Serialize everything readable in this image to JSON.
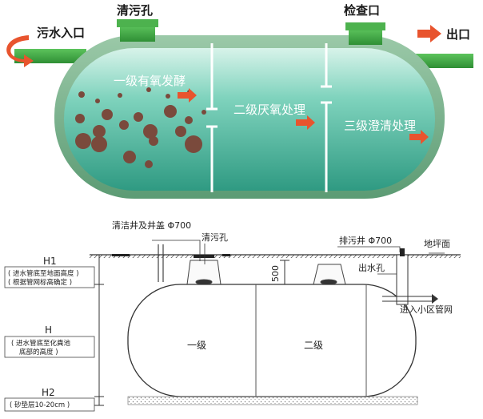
{
  "top": {
    "inlet": "污水入口",
    "cleanout": "清污孔",
    "inspection": "检查口",
    "outlet": "出口",
    "stage1": "一级有氧发酵",
    "stage2": "二级厌氧处理",
    "stage3": "三级澄清处理"
  },
  "bottom": {
    "manhole": "清洁井及井盖 Φ700",
    "cleanout": "清污孔",
    "drain_well": "排污井 Φ700",
    "ground": "地坪面",
    "outlet_hole": "出水孔",
    "network": "进入小区管网",
    "depth": "500",
    "chamber1": "一级",
    "chamber2": "二级",
    "h1": "H1",
    "h1_note1": "( 进水管底至地面高度 )",
    "h1_note2": "( 根据管网标高确定 )",
    "h": "H",
    "h_note1": "( 进水管底至化粪池",
    "h_note2": "底部的高度 )",
    "h2": "H2",
    "h2_note": "( 砂垫层10-20cm )"
  },
  "colors": {
    "green": "#3fa843",
    "arrow_red": "#e8542e",
    "tank_body": "#8fd7c4",
    "tank_water": "#43b79c",
    "sludge": "#7a4a3c"
  }
}
